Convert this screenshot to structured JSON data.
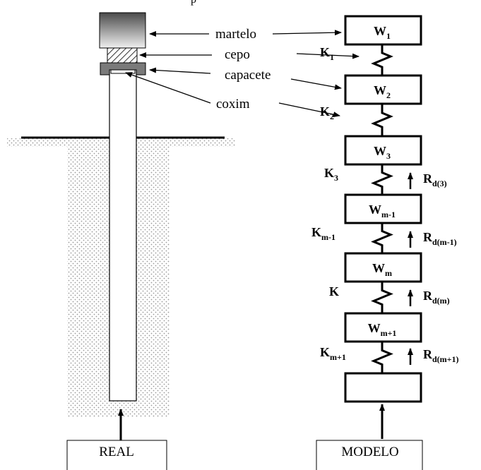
{
  "header_fragment": "p",
  "real": {
    "caption": "REAL",
    "labels": {
      "hammer": "martelo",
      "cushion_block": "cepo",
      "helmet": "capacete",
      "pile_cushion": "coxim"
    }
  },
  "model": {
    "caption": "MODELO",
    "masses": [
      {
        "base": "W",
        "sub": "1"
      },
      {
        "base": "W",
        "sub": "2"
      },
      {
        "base": "W",
        "sub": "3"
      },
      {
        "base": "W",
        "sub": "m-1"
      },
      {
        "base": "W",
        "sub": "m"
      },
      {
        "base": "W",
        "sub": "m+1"
      }
    ],
    "springs": [
      {
        "base": "K",
        "sub": "1"
      },
      {
        "base": "K",
        "sub": "2"
      },
      {
        "base": "K",
        "sub": "3"
      },
      {
        "base": "K",
        "sub": "m-1"
      },
      {
        "base": "K",
        "sub": ""
      },
      {
        "base": "K",
        "sub": "m+1"
      }
    ],
    "resistances": [
      {
        "base": "R",
        "sub": "d(3)"
      },
      {
        "base": "R",
        "sub": "d(m-1)"
      },
      {
        "base": "R",
        "sub": "d(m)"
      },
      {
        "base": "R",
        "sub": "d(m+1)"
      }
    ]
  },
  "colors": {
    "ink": "#000000",
    "soil_dots": "#9a9a9a",
    "hammer_dark": "#4a4a4a",
    "hammer_light": "#f0f0f0",
    "helmet": "#7a7a7a"
  }
}
